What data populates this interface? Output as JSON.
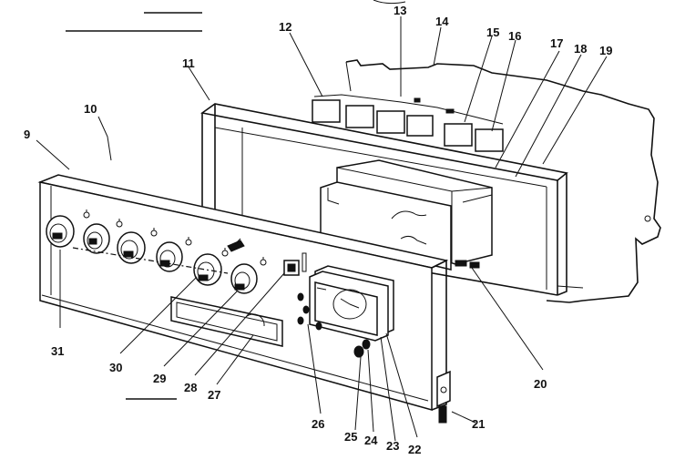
{
  "diagram": {
    "labels": [
      {
        "id": "l9",
        "text": "9"
      },
      {
        "id": "l10",
        "text": "10"
      },
      {
        "id": "l11",
        "text": "11"
      },
      {
        "id": "l12",
        "text": "12"
      },
      {
        "id": "l13",
        "text": "13"
      },
      {
        "id": "l14",
        "text": "14"
      },
      {
        "id": "l15",
        "text": "15"
      },
      {
        "id": "l16",
        "text": "16"
      },
      {
        "id": "l17",
        "text": "17"
      },
      {
        "id": "l18",
        "text": "18"
      },
      {
        "id": "l19",
        "text": "19"
      },
      {
        "id": "l20",
        "text": "20"
      },
      {
        "id": "l21",
        "text": "21"
      },
      {
        "id": "l22",
        "text": "22"
      },
      {
        "id": "l23",
        "text": "23"
      },
      {
        "id": "l24",
        "text": "24"
      },
      {
        "id": "l25",
        "text": "25"
      },
      {
        "id": "l26",
        "text": "26"
      },
      {
        "id": "l27",
        "text": "27"
      },
      {
        "id": "l28",
        "text": "28"
      },
      {
        "id": "l29",
        "text": "29"
      },
      {
        "id": "l30",
        "text": "30"
      },
      {
        "id": "l31",
        "text": "31"
      }
    ]
  }
}
